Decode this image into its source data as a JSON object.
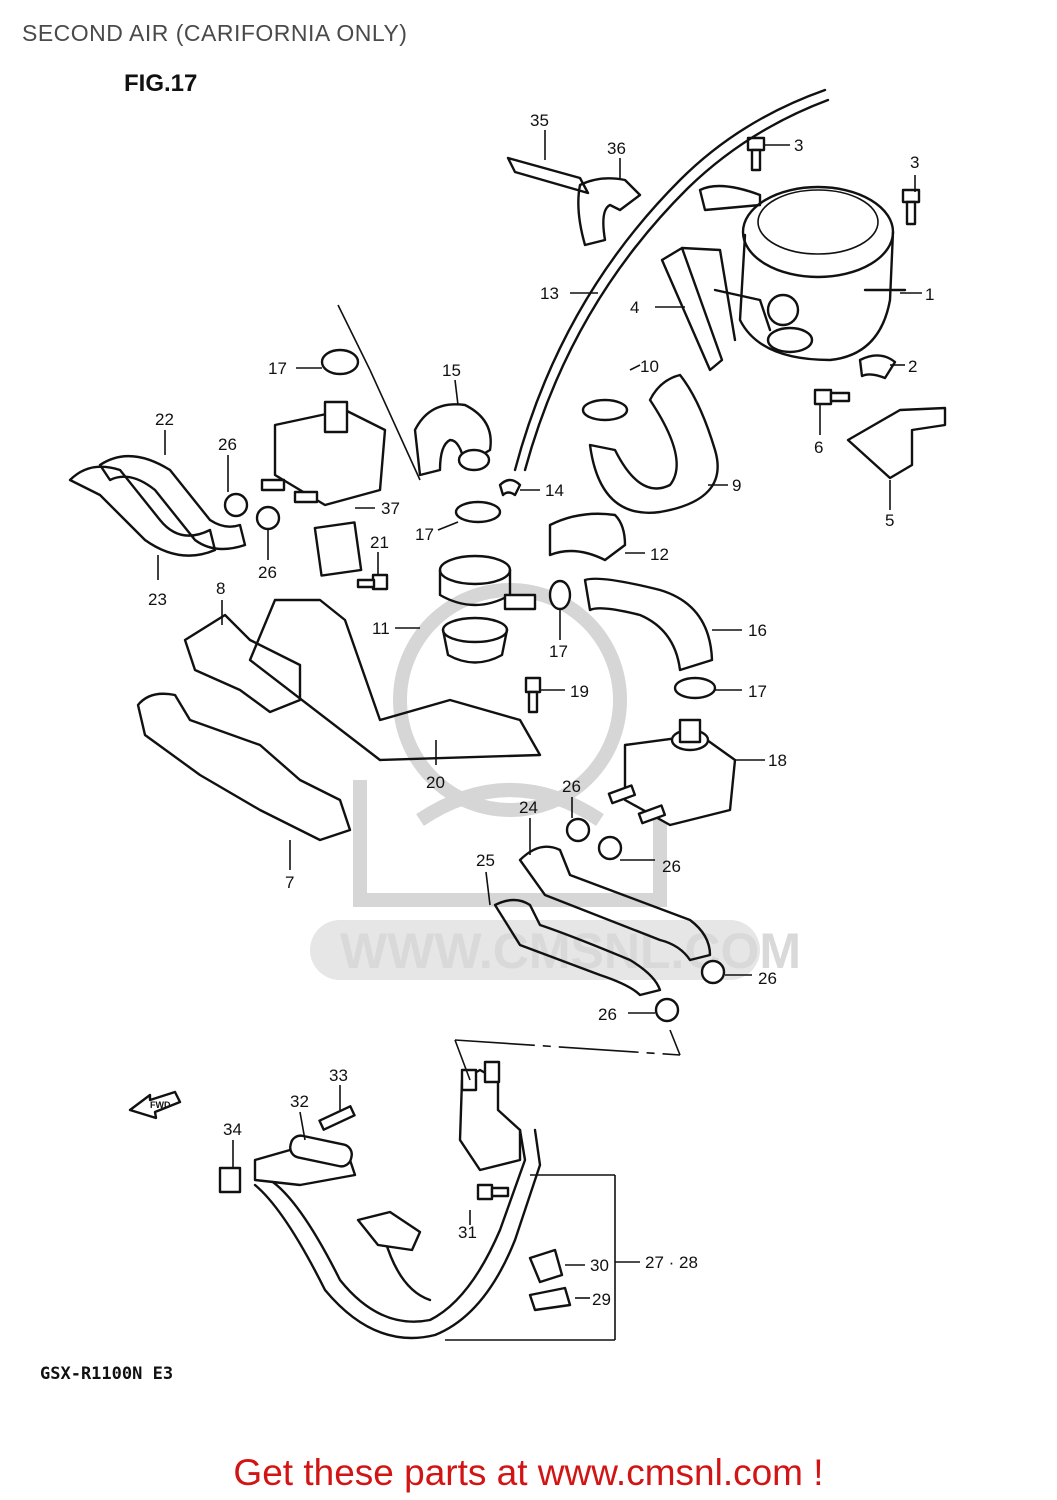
{
  "header": {
    "title": "SECOND AIR (CARIFORNIA ONLY)",
    "figure": "FIG.17"
  },
  "diagram": {
    "watermark": "WWW.CMSNL.COM",
    "fwd_arrow": "FWD",
    "part_labels": [
      {
        "id": "lbl-1",
        "text": "1"
      },
      {
        "id": "lbl-2",
        "text": "2"
      },
      {
        "id": "lbl-3a",
        "text": "3"
      },
      {
        "id": "lbl-3b",
        "text": "3"
      },
      {
        "id": "lbl-4",
        "text": "4"
      },
      {
        "id": "lbl-5",
        "text": "5"
      },
      {
        "id": "lbl-6",
        "text": "6"
      },
      {
        "id": "lbl-7",
        "text": "7"
      },
      {
        "id": "lbl-8",
        "text": "8"
      },
      {
        "id": "lbl-9",
        "text": "9"
      },
      {
        "id": "lbl-10",
        "text": "10"
      },
      {
        "id": "lbl-11",
        "text": "11"
      },
      {
        "id": "lbl-12",
        "text": "12"
      },
      {
        "id": "lbl-13",
        "text": "13"
      },
      {
        "id": "lbl-14",
        "text": "14"
      },
      {
        "id": "lbl-15",
        "text": "15"
      },
      {
        "id": "lbl-16",
        "text": "16"
      },
      {
        "id": "lbl-17a",
        "text": "17"
      },
      {
        "id": "lbl-17b",
        "text": "17"
      },
      {
        "id": "lbl-17c",
        "text": "17"
      },
      {
        "id": "lbl-17d",
        "text": "17"
      },
      {
        "id": "lbl-18",
        "text": "18"
      },
      {
        "id": "lbl-19",
        "text": "19"
      },
      {
        "id": "lbl-20",
        "text": "20"
      },
      {
        "id": "lbl-21",
        "text": "21"
      },
      {
        "id": "lbl-22",
        "text": "22"
      },
      {
        "id": "lbl-23",
        "text": "23"
      },
      {
        "id": "lbl-24",
        "text": "24"
      },
      {
        "id": "lbl-25",
        "text": "25"
      },
      {
        "id": "lbl-26a",
        "text": "26"
      },
      {
        "id": "lbl-26b",
        "text": "26"
      },
      {
        "id": "lbl-26c",
        "text": "26"
      },
      {
        "id": "lbl-26d",
        "text": "26"
      },
      {
        "id": "lbl-26e",
        "text": "26"
      },
      {
        "id": "lbl-26f",
        "text": "26"
      },
      {
        "id": "lbl-27",
        "text": "27 · 28"
      },
      {
        "id": "lbl-29",
        "text": "29"
      },
      {
        "id": "lbl-30",
        "text": "30"
      },
      {
        "id": "lbl-31",
        "text": "31"
      },
      {
        "id": "lbl-32",
        "text": "32"
      },
      {
        "id": "lbl-33",
        "text": "33"
      },
      {
        "id": "lbl-34",
        "text": "34"
      },
      {
        "id": "lbl-35",
        "text": "35"
      },
      {
        "id": "lbl-36",
        "text": "36"
      },
      {
        "id": "lbl-37",
        "text": "37"
      }
    ]
  },
  "model": "GSX-R1100N E3",
  "footer": {
    "link_text": "Get these parts at www.cmsnl.com !"
  }
}
